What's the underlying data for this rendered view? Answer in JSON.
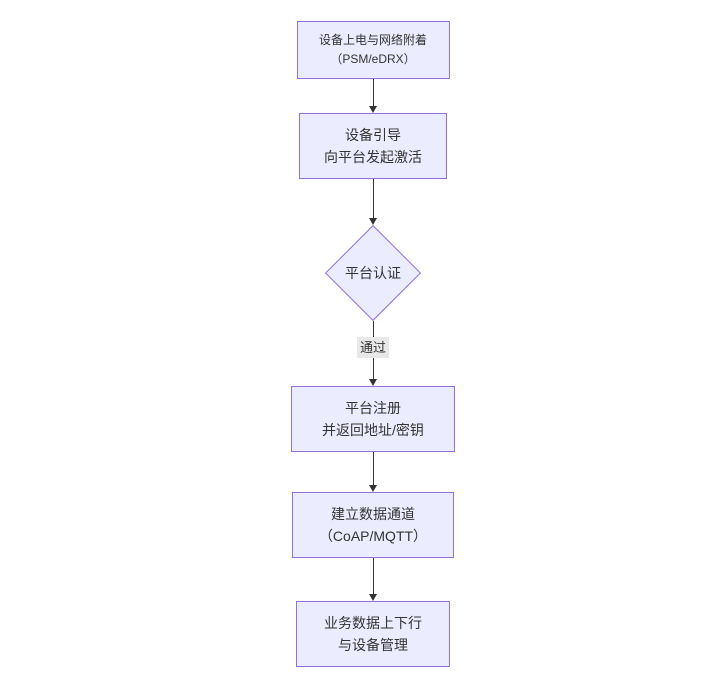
{
  "diagram": {
    "type": "flowchart",
    "direction": "top-down",
    "nodes": [
      {
        "id": "power",
        "shape": "rect",
        "lines": [
          "设备上电与网络附着",
          "（PSM/eDRX）"
        ]
      },
      {
        "id": "boot",
        "shape": "rect",
        "lines": [
          "设备引导",
          "向平台发起激活"
        ]
      },
      {
        "id": "auth",
        "shape": "diamond",
        "lines": [
          "平台认证"
        ]
      },
      {
        "id": "register",
        "shape": "rect",
        "lines": [
          "平台注册",
          "并返回地址/密钥"
        ]
      },
      {
        "id": "channel",
        "shape": "rect",
        "lines": [
          "建立数据通道",
          "（CoAP/MQTT）"
        ]
      },
      {
        "id": "business",
        "shape": "rect",
        "lines": [
          "业务数据上下行",
          "与设备管理"
        ]
      }
    ],
    "edges": [
      {
        "from": "power",
        "to": "boot",
        "label": ""
      },
      {
        "from": "boot",
        "to": "auth",
        "label": ""
      },
      {
        "from": "auth",
        "to": "register",
        "label": "通过"
      },
      {
        "from": "register",
        "to": "channel",
        "label": ""
      },
      {
        "from": "channel",
        "to": "business",
        "label": ""
      }
    ],
    "colors": {
      "node_fill": "#ECECFF",
      "node_border": "#9370DB",
      "arrow": "#333333",
      "edge_label_bg": "#e8e8e8",
      "text": "#333333",
      "background": "#ffffff"
    }
  }
}
